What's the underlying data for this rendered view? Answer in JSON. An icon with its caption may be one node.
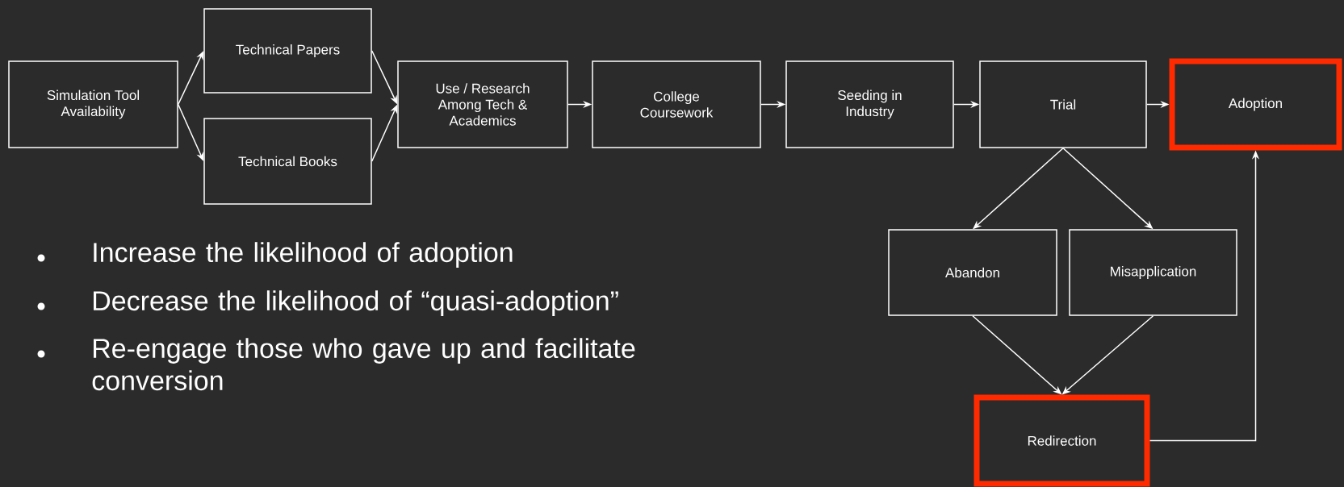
{
  "diagram": {
    "nodes": [
      {
        "text": [
          "Simulation Tool Availability"
        ]
      },
      {
        "text": [
          "Technical Papers"
        ]
      },
      {
        "text": [
          "Technical Books"
        ]
      },
      {
        "text": [
          "Use / Research Among Tech & Academics"
        ]
      },
      {
        "text": [
          "College Coursework"
        ]
      },
      {
        "text": [
          "Seeding in Industry"
        ]
      },
      {
        "text": [
          "Trial"
        ]
      },
      {
        "text": [
          "Adoption"
        ]
      },
      {
        "text": [
          "Abandon"
        ]
      },
      {
        "text": [
          "Misapplication"
        ]
      },
      {
        "text": [
          "Redirection"
        ]
      }
    ],
    "edges": [
      {
        "from": 0,
        "to": 1,
        "arrow": "to"
      },
      {
        "from": 0,
        "to": 2,
        "arrow": "to"
      },
      {
        "from": 1,
        "to": 3,
        "arrow": "to"
      },
      {
        "from": 2,
        "to": 3,
        "arrow": "to"
      },
      {
        "from": 3,
        "to": 4,
        "arrow": "to"
      },
      {
        "from": 4,
        "to": 5,
        "arrow": "to"
      },
      {
        "from": 5,
        "to": 6,
        "arrow": "to"
      },
      {
        "from": 6,
        "to": 7,
        "arrow": "to"
      },
      {
        "from": 6,
        "to": 8,
        "arrow": "to"
      },
      {
        "from": 6,
        "to": 9,
        "arrow": "to"
      },
      {
        "from": 8,
        "to": 10,
        "arrow": "to"
      },
      {
        "from": 9,
        "to": 10,
        "arrow": "to"
      },
      {
        "from": 10,
        "to": 7,
        "arrow": "to"
      }
    ],
    "labels": [
      "Increase the likelihood of adoption",
      "Decrease the likelihood of “quasi-adoption”",
      "Re-engage those who gave up and facilitate conversion"
    ]
  }
}
